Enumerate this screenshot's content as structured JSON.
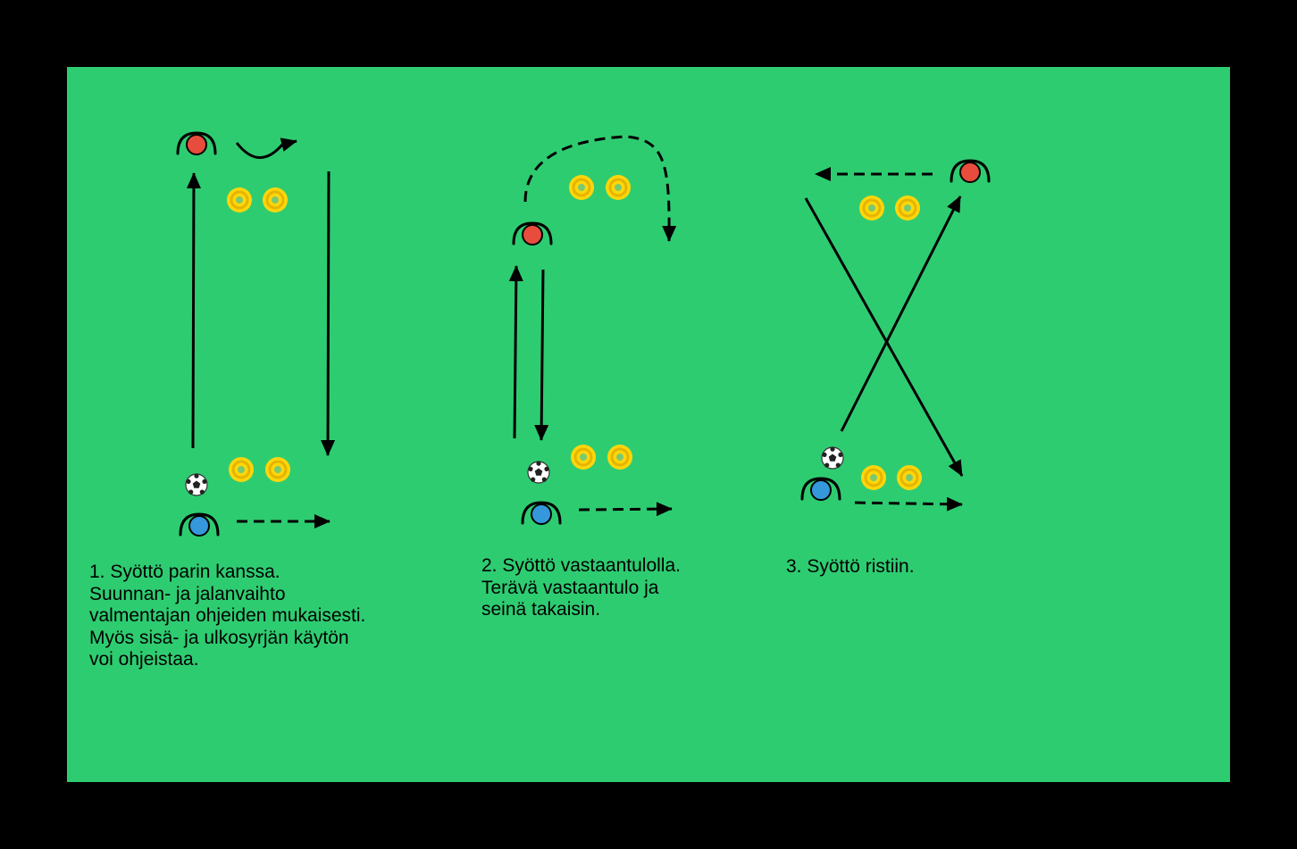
{
  "colors": {
    "background": "#000000",
    "field": "#2ECC71",
    "player_red": "#E74C3C",
    "player_blue": "#3498DB",
    "cone": "#FFD60A",
    "cone_ring": "#E5B400",
    "cone_center": "#7BC96F",
    "line": "#000000"
  },
  "icons": {
    "player": "player-top-view-icon",
    "cone": "disc-cone-icon",
    "ball": "soccer-ball-icon"
  },
  "captions": [
    "1. Syöttö parin kanssa.\nSuunnan- ja jalanvaihto\nvalmentajan ohjeiden mukaisesti.\nMyös sisä- ja ulkosyrjän käytön\nvoi ohjeistaa.",
    "2. Syöttö vastaantulolla.\nTerävä vastaantulo ja\nseinä takaisin.",
    "3. Syöttö ristiin."
  ]
}
